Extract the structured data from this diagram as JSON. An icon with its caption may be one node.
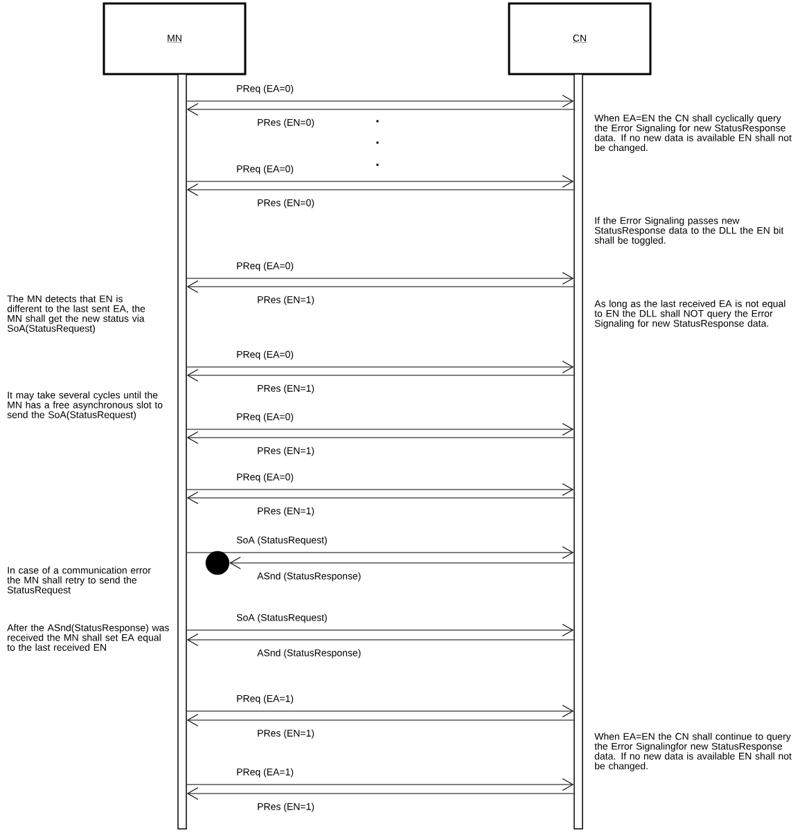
{
  "diagram": {
    "nodes": [
      {
        "text": [
          "MN"
        ]
      },
      {
        "text": [
          "CN"
        ]
      },
      {
        "text": [],
        "shape": "bar"
      },
      {
        "text": [],
        "shape": "bar"
      },
      {
        "text": [],
        "shape": "circle"
      }
    ],
    "edges": [
      {
        "from": 2,
        "to": 3,
        "arrow": "to",
        "label": "PReq (EA=0)"
      },
      {
        "from": 3,
        "to": 2,
        "arrow": "to",
        "label": "PRes (EN=0)"
      },
      {
        "from": 2,
        "to": 3,
        "arrow": "to",
        "label": "PReq (EA=0)"
      },
      {
        "from": 3,
        "to": 2,
        "arrow": "to",
        "label": "PRes (EN=0)"
      },
      {
        "from": 2,
        "to": 3,
        "arrow": "to",
        "label": "PReq (EA=0)"
      },
      {
        "from": 3,
        "to": 2,
        "arrow": "to",
        "label": "PRes (EN=1)"
      },
      {
        "from": 2,
        "to": 3,
        "arrow": "to",
        "label": "PReq (EA=0)"
      },
      {
        "from": 3,
        "to": 2,
        "arrow": "to",
        "label": "PRes (EN=1)"
      },
      {
        "from": 2,
        "to": 3,
        "arrow": "to",
        "label": "PReq (EA=0)"
      },
      {
        "from": 3,
        "to": 2,
        "arrow": "to",
        "label": "PRes (EN=1)"
      },
      {
        "from": 2,
        "to": 3,
        "arrow": "to",
        "label": "PReq (EA=0)"
      },
      {
        "from": 3,
        "to": 2,
        "arrow": "to",
        "label": "PRes (EN=1)"
      },
      {
        "from": 2,
        "to": 3,
        "arrow": "to",
        "label": "SoA (StatusRequest)"
      },
      {
        "from": 3,
        "to": 4,
        "arrow": "to",
        "label": "ASnd (StatusResponse)"
      },
      {
        "from": 2,
        "to": 3,
        "arrow": "to",
        "label": "SoA (StatusRequest)"
      },
      {
        "from": 3,
        "to": 2,
        "arrow": "to",
        "label": "ASnd (StatusResponse)"
      },
      {
        "from": 2,
        "to": 3,
        "arrow": "to",
        "label": "PReq (EA=1)"
      },
      {
        "from": 3,
        "to": 2,
        "arrow": "to",
        "label": "PRes (EN=1)"
      },
      {
        "from": 2,
        "to": 3,
        "arrow": "to",
        "label": "PReq (EA=1)"
      },
      {
        "from": 3,
        "to": 2,
        "arrow": "to",
        "label": "PRes (EN=1)"
      }
    ],
    "labels": [
      "When EA=EN the CN shall cyclically query the Error Signaling for new StatusResponse data. If no new data is available EN shall not be changed.",
      "If the Error Signaling passes new StatusResponse data to the DLL the EN bit shall be toggled.",
      "The MN detects that EN is different to the last sent EA, the MN shall get the new status via SoA(StatusRequest)",
      "As long as the last received EA is not equal to EN the DLL shall NOT query the Error Signaling for new StatusResponse data.",
      "It may take several cycles until the MN has a free asynchronous slot to send the SoA(StatusRequest)",
      "In case of a communication error the MN shall retry to send the StatusRequest",
      "After the ASnd(StatusResponse) was received the MN shall set EA equal to the last received EN",
      "When EA=EN the CN shall continue to query the Error Signalingfor new StatusResponse data. If no new data is available EN shall not be changed."
    ]
  }
}
